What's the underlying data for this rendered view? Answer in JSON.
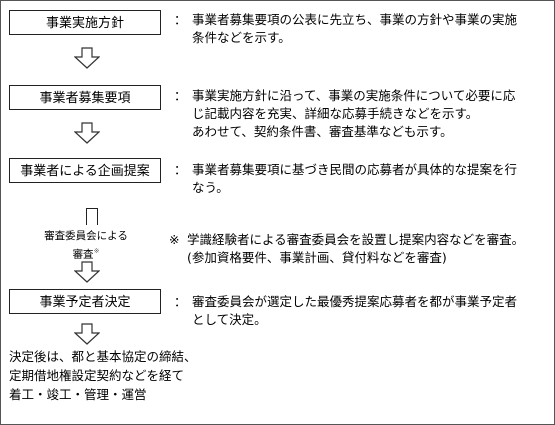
{
  "steps": [
    {
      "label": "事業実施方針",
      "lines": [
        "事業者募集要項の公表に先立ち、事業の方針や事業の実施",
        "条件などを示す。"
      ]
    },
    {
      "label": "事業者募集要項",
      "lines": [
        "事業実施方針に沿って、事業の実施条件について必要に応",
        "じ記載内容を充実、詳細な応募手続きなどを示す。",
        "あわせて、契約条件書、審査基準なども示す。"
      ]
    },
    {
      "label": "事業者による企画提案",
      "lines": [
        "事業者募集要項に基づき民間の応募者が具体的な提案を行",
        "なう。"
      ]
    },
    {
      "label": "事業予定者決定",
      "lines": [
        "審査委員会が選定した最優秀提案応募者を都が事業予定者",
        "として決定。"
      ]
    }
  ],
  "colon": "：",
  "review": {
    "label_line1": "審査委員会による",
    "label_line2": "審査",
    "label_mark": "※",
    "note_mark": "※",
    "note_line1": "学識経験者による審査委員会を設置し提案内容などを審査。",
    "note_line2": "(参加資格要件、事業計画、貸付料などを審査)"
  },
  "final_lines": [
    "決定後は、都と基本協定の締結、",
    "定期借地権設定契約などを経て",
    "着工・竣工・管理・運営"
  ]
}
